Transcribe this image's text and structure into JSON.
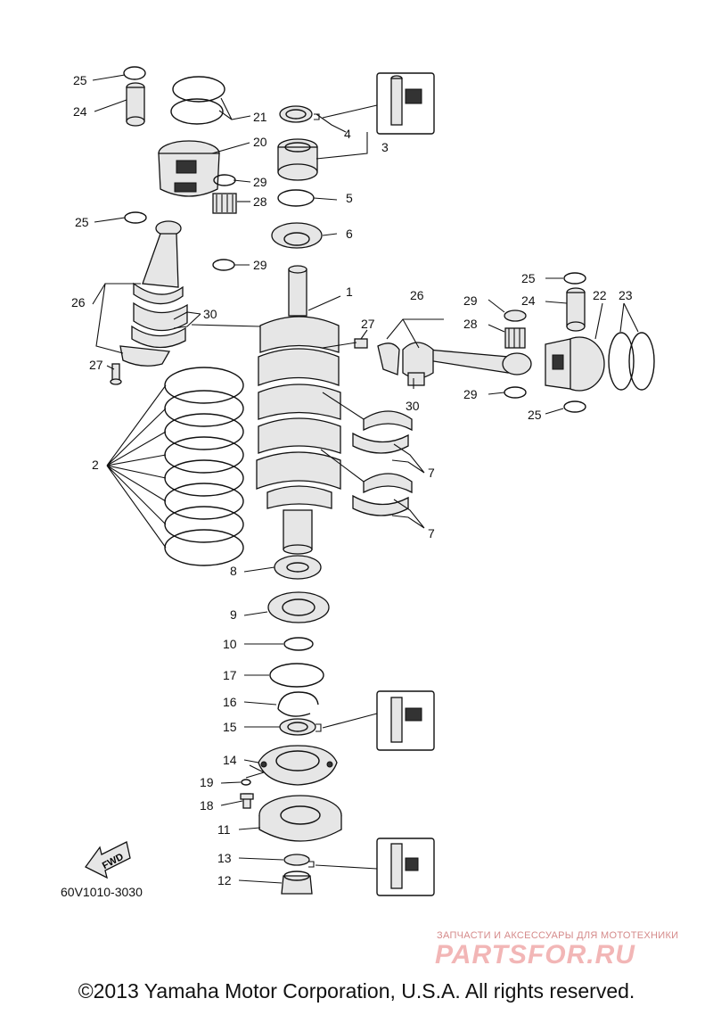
{
  "diagram": {
    "code": "60V1010-3030",
    "fwd_label": "FWD",
    "callouts": [
      "25",
      "24",
      "21",
      "20",
      "29",
      "28",
      "25",
      "29",
      "26",
      "30",
      "27",
      "4",
      "3",
      "5",
      "6",
      "1",
      "25",
      "26",
      "29",
      "24",
      "22",
      "23",
      "27",
      "28",
      "29",
      "30",
      "25",
      "2",
      "7",
      "7",
      "8",
      "9",
      "10",
      "17",
      "16",
      "15",
      "14",
      "19",
      "18",
      "11",
      "13",
      "12"
    ]
  },
  "watermark": {
    "tagline": "ЗАПЧАСТИ И АКСЕССУАРЫ ДЛЯ МОТОТЕХНИКИ",
    "brand": "PARTSFOR.RU"
  },
  "footer": {
    "copyright": "©2013 Yamaha Motor Corporation, U.S.A. All rights reserved."
  }
}
